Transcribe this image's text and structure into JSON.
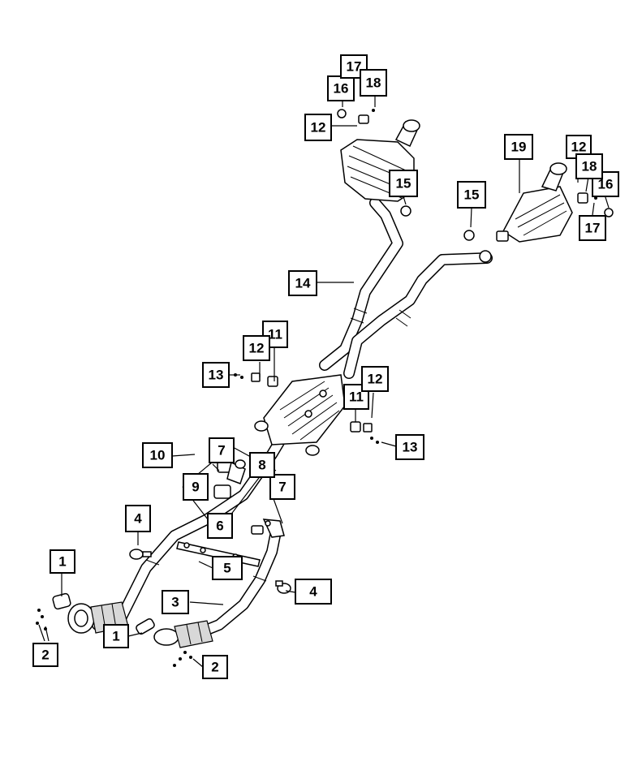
{
  "diagram": {
    "callouts": {
      "c1a": "1",
      "c1b": "1",
      "c2a": "2",
      "c2b": "2",
      "c3": "3",
      "c4a": "4",
      "c4b": "4",
      "c5": "5",
      "c6": "6",
      "c7a": "7",
      "c7b": "7",
      "c8": "8",
      "c9": "9",
      "c10": "10",
      "c11a": "11",
      "c11b": "11",
      "c12a": "12",
      "c12b": "12",
      "c12c": "12",
      "c12d": "12",
      "c13a": "13",
      "c13b": "13",
      "c14": "14",
      "c15a": "15",
      "c15b": "15",
      "c16a": "16",
      "c16b": "16",
      "c17a": "17",
      "c17b": "17",
      "c18a": "18",
      "c18b": "18",
      "c19": "19"
    }
  }
}
